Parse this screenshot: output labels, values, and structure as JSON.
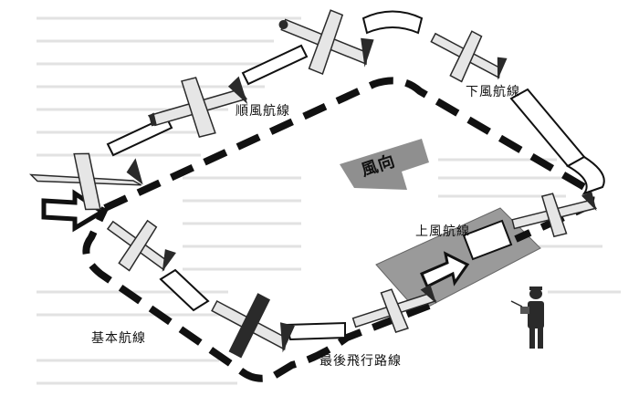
{
  "labels": {
    "crosswind": "順風航線",
    "downwind": "下風航線",
    "upwind": "上風航線",
    "base": "基本航線",
    "final": "最後飛行路線",
    "wind_direction": "風向"
  },
  "colors": {
    "path": "#111111",
    "wind_band": "#9a9a9a",
    "plane_body": "#e6e6e6",
    "plane_dark": "#2a2a2a",
    "background_text": "#d8d8d8"
  }
}
